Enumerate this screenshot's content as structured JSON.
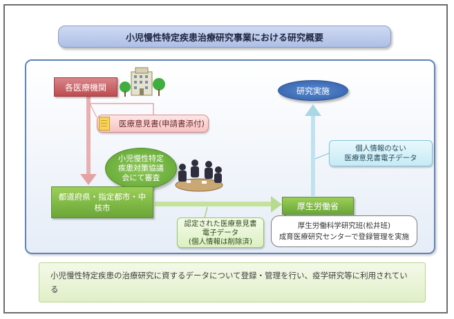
{
  "title": "小児慢性特定疾患治療研究事業における研究概要",
  "nodes": {
    "medical_institutions": "各医療機関",
    "opinion_letter": "医療意見書(申請書添付)",
    "council_line1": "小児慢性特定",
    "council_line2": "疾患対策協議",
    "council_line3": "会にて審査",
    "prefecture_line1": "都道府県・指定都市・中",
    "prefecture_line2": "核市",
    "mhlw": "厚生労働省",
    "research": "研究実施",
    "no_personal_line1": "個人情報のない",
    "no_personal_line2": "医療意見書電子データ",
    "certified_line1": "認定された医療意見書",
    "certified_line2": "電子データ",
    "certified_line3": "(個人情報は削除済)",
    "research_group_line1": "厚生労働科学研究班(松井班)",
    "research_group_line2": "成育医療研究センターで登録管理を実施"
  },
  "summary": "小児慢性特定疾患の治療研究に資するデータについて登録・管理を行い、疫学研究等に利用されている",
  "colors": {
    "title_fill": "#aebfe6",
    "panel_border": "#5d82b9",
    "red_node": "#bd4b4f",
    "green_node": "#6aa638",
    "blue_node": "#2f5ea8",
    "arrow_red": "#e3a3a3",
    "arrow_green": "#b7dc8f",
    "arrow_blue": "#a9d7e5"
  },
  "icons": [
    "hospital-building-icon",
    "document-icon",
    "meeting-people-icon"
  ]
}
